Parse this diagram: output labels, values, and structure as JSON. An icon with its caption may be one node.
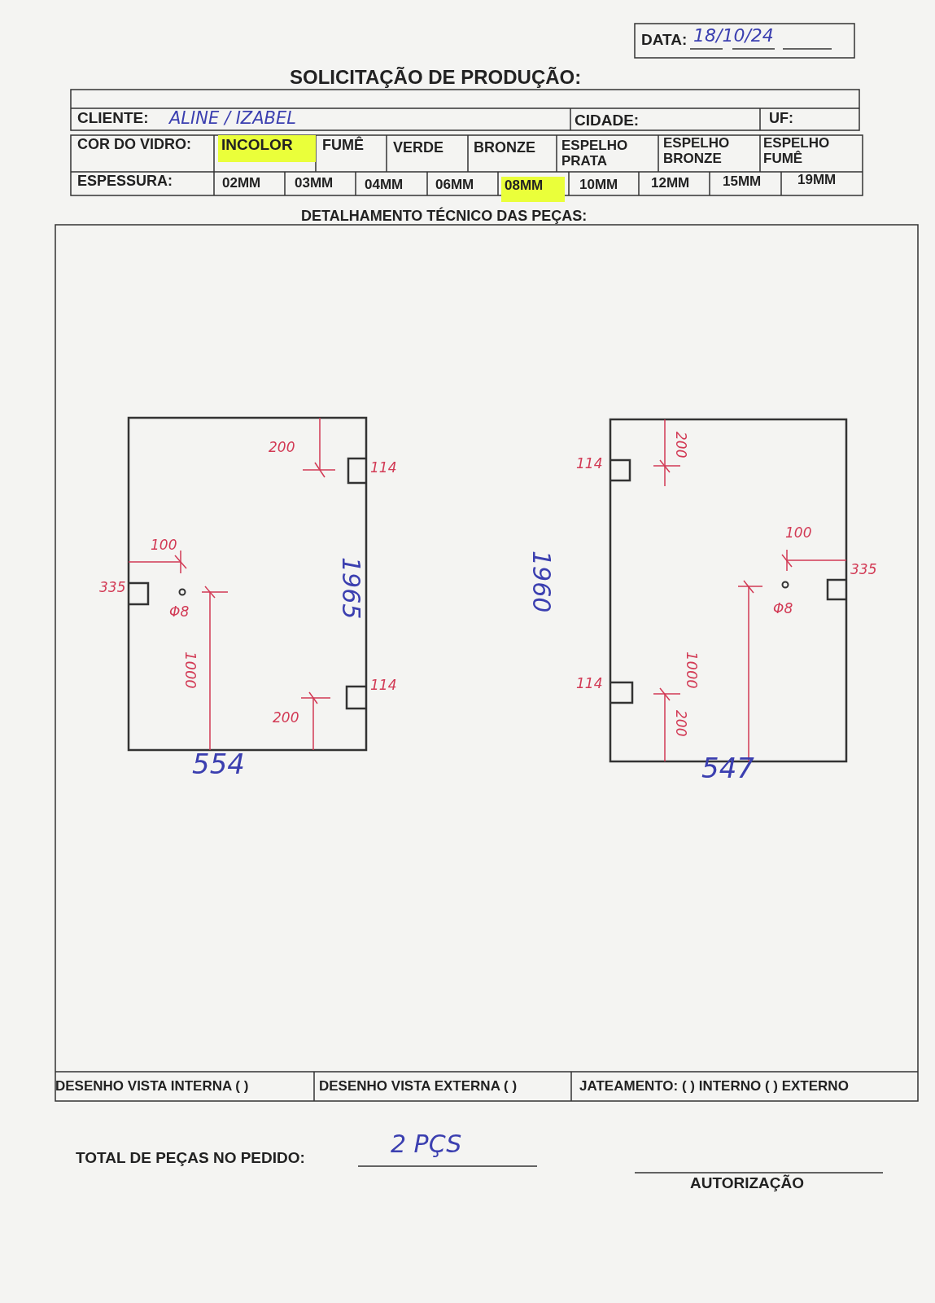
{
  "diagram": {
    "title": "SOLICITAÇÃO DE PRODUÇÃO:",
    "labels": [
      "DATA:",
      "18/10/24",
      "CLIENTE:",
      "ALINE / IZABEL",
      "CIDADE:",
      "UF:",
      "COR DO VIDRO:",
      "INCOLOR",
      "FUMÊ",
      "VERDE",
      "BRONZE",
      "ESPELHO PRATA",
      "ESPELHO BRONZE",
      "ESPELHO FUMÊ",
      "ESPESSURA:",
      "02MM",
      "03MM",
      "04MM",
      "06MM",
      "08MM",
      "10MM",
      "12MM",
      "15MM",
      "19MM",
      "DETALHAMENTO TÉCNICO DAS PEÇAS:",
      "200",
      "114",
      "100",
      "335",
      "Φ8",
      "1000",
      "200",
      "114",
      "1965",
      "554",
      "114",
      "200",
      "1960",
      "100",
      "335",
      "Φ8",
      "1000",
      "114",
      "200",
      "547",
      "DESENHO VISTA INTERNA ( )",
      "DESENHO VISTA EXTERNA ( )",
      "JATEAMENTO: ( ) INTERNO ( ) EXTERNO",
      "TOTAL DE PEÇAS NO PEDIDO:",
      "2 PÇS",
      "AUTORIZAÇÃO"
    ]
  }
}
